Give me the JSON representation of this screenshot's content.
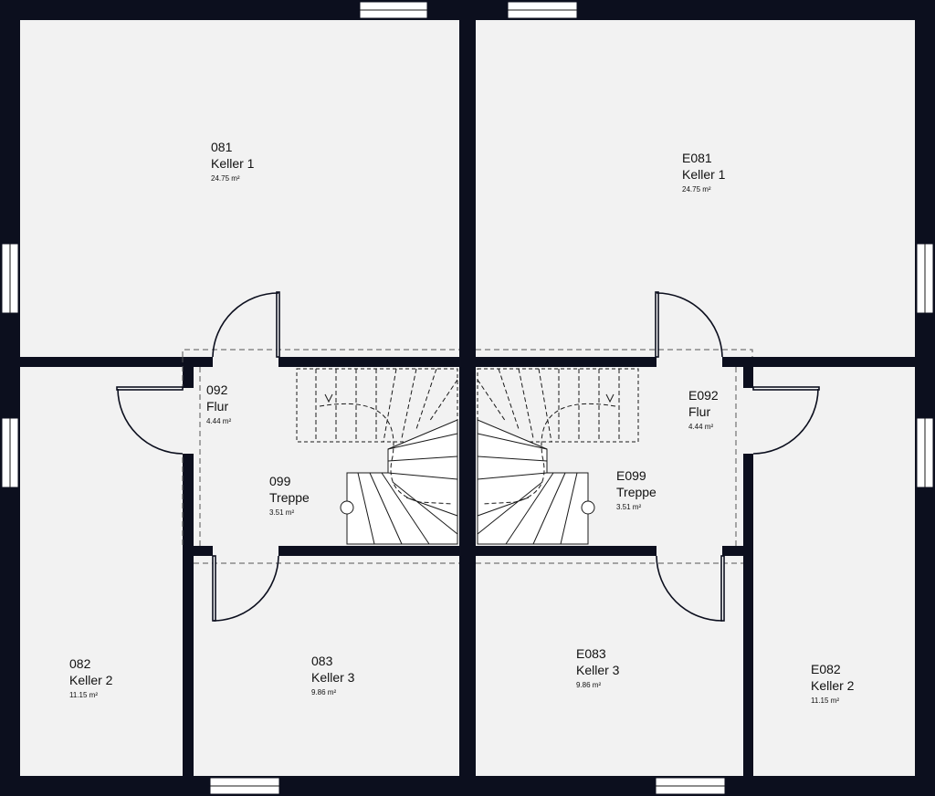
{
  "rooms": [
    {
      "id": "081",
      "name": "Keller 1",
      "area": "24.75 m²"
    },
    {
      "id": "E081",
      "name": "Keller 1",
      "area": "24.75 m²"
    },
    {
      "id": "092",
      "name": "Flur",
      "area": "4.44 m²"
    },
    {
      "id": "E092",
      "name": "Flur",
      "area": "4.44 m²"
    },
    {
      "id": "099",
      "name": "Treppe",
      "area": "3.51 m²"
    },
    {
      "id": "E099",
      "name": "Treppe",
      "area": "3.51 m²"
    },
    {
      "id": "082",
      "name": "Keller 2",
      "area": "11.15 m²"
    },
    {
      "id": "083",
      "name": "Keller 3",
      "area": "9.86 m²"
    },
    {
      "id": "E083",
      "name": "Keller 3",
      "area": "9.86 m²"
    },
    {
      "id": "E082",
      "name": "Keller 2",
      "area": "11.15 m²"
    }
  ],
  "colors": {
    "wall": "#0c0f1e",
    "floor": "#f2f2f2"
  }
}
